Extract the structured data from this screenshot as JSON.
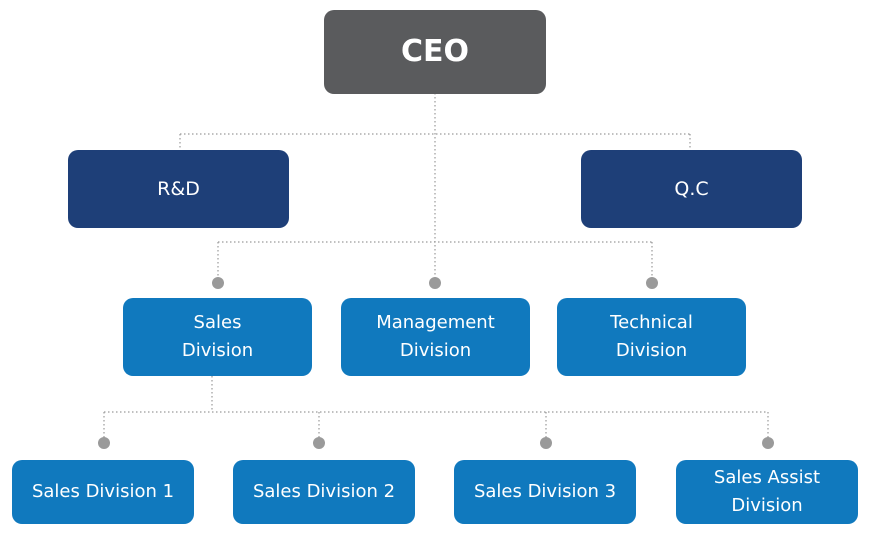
{
  "colors": {
    "ceo": "#5a5b5d",
    "department": "#1e3f78",
    "division": "#1079be",
    "connector": "#9a9a9a"
  },
  "nodes": {
    "ceo": "CEO",
    "rnd": "R&D",
    "qc": "Q.C",
    "sales": "Sales\nDivision",
    "management": "Management\nDivision",
    "technical": "Technical\nDivision",
    "sales1": "Sales Division 1",
    "sales2": "Sales Division 2",
    "sales3": "Sales Division 3",
    "sales_assist": "Sales Assist\nDivision"
  }
}
